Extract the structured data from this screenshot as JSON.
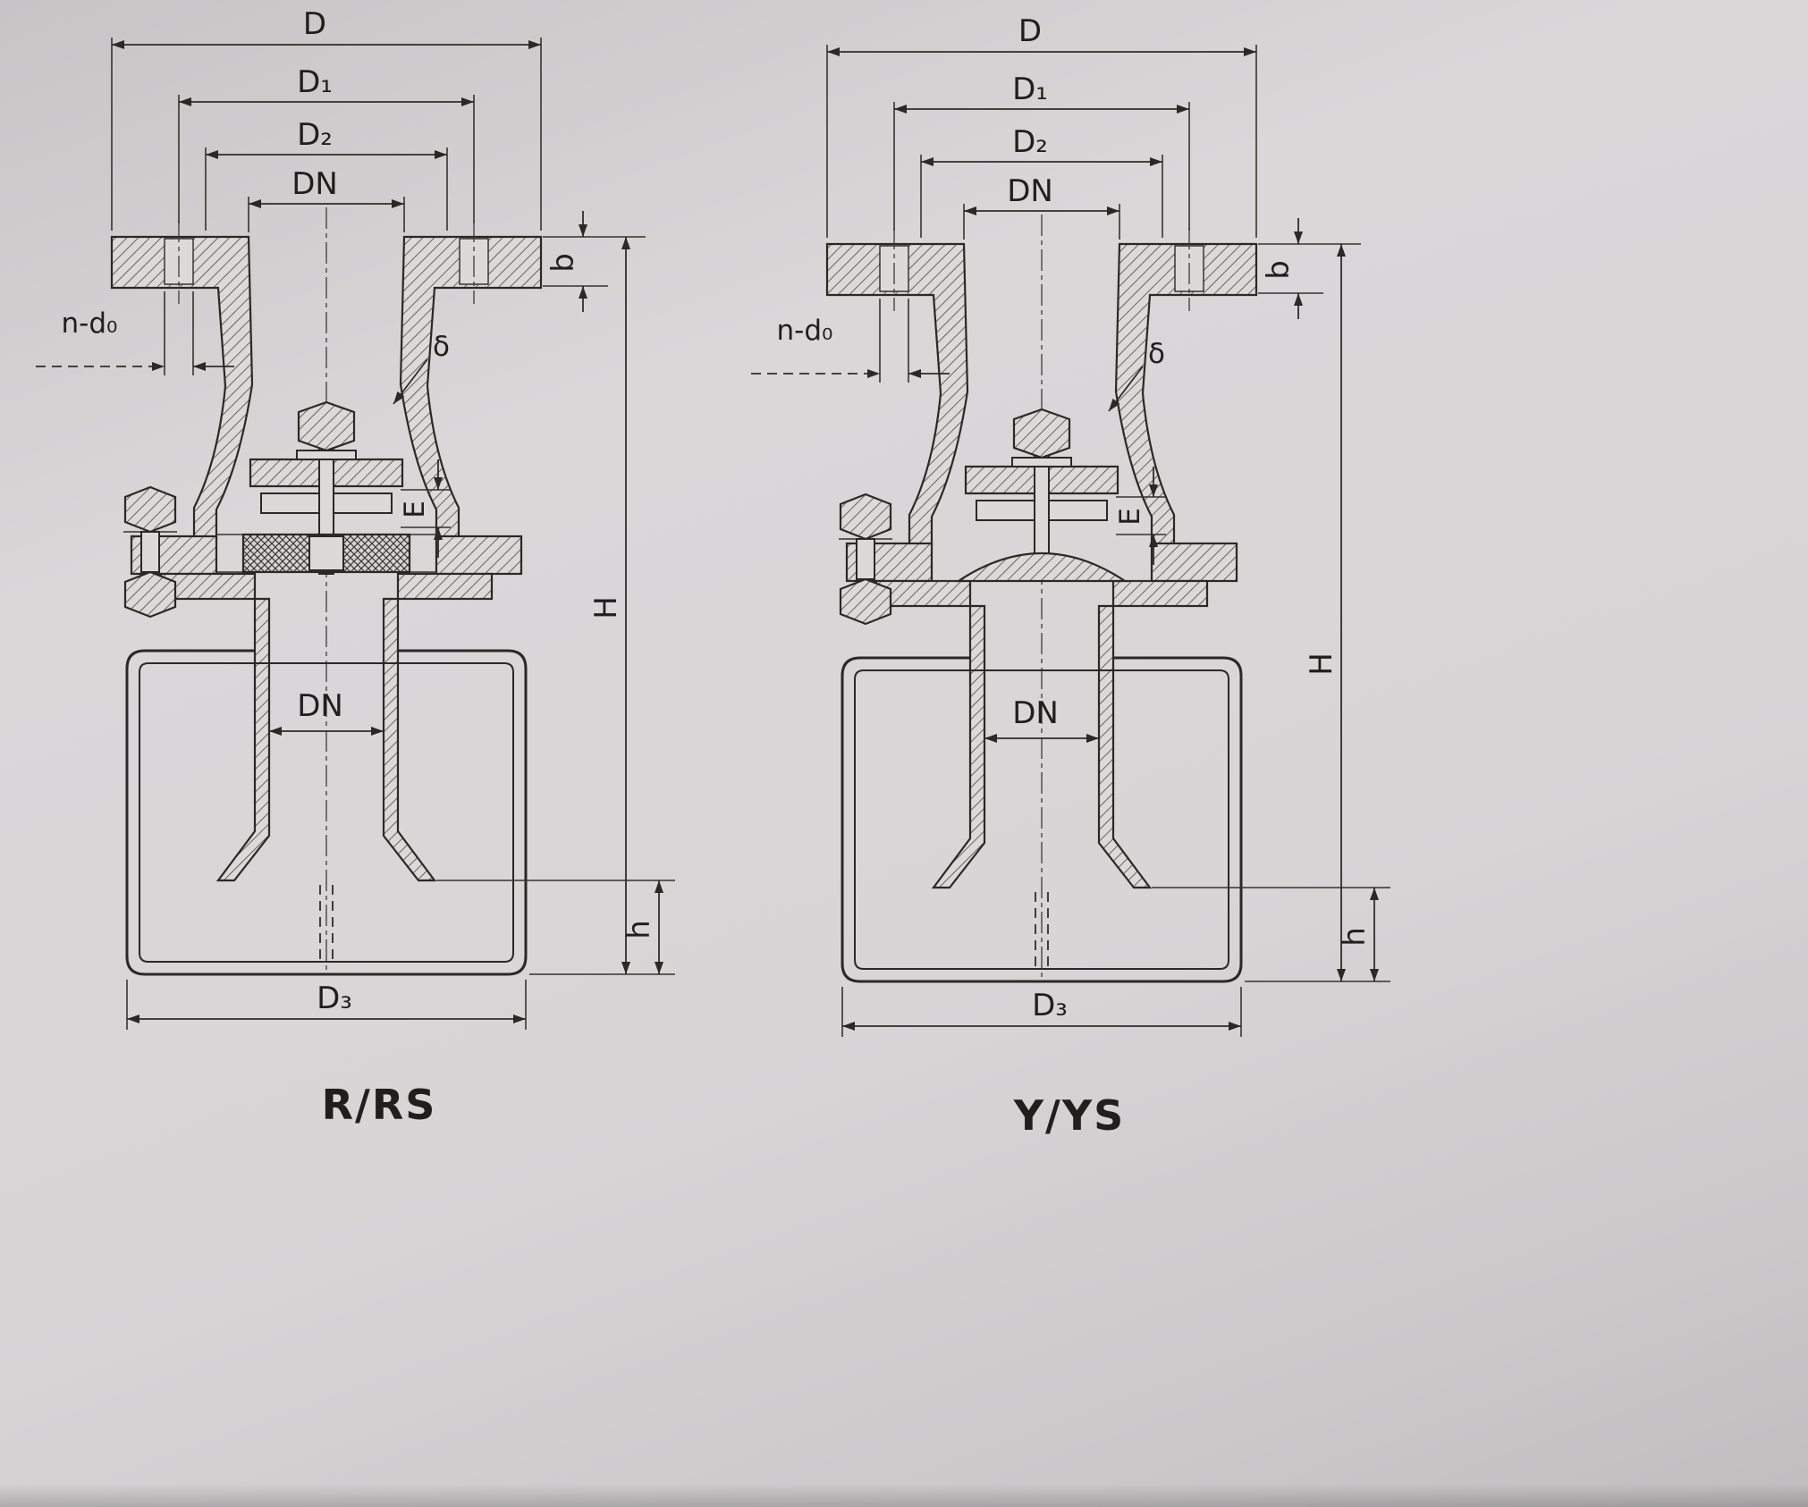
{
  "figure": {
    "kind": "valve cross-section technical drawing, two variants side by side"
  },
  "colors": {
    "paper": "#d5d3d4",
    "ink": "#2b2927"
  },
  "left": {
    "title": "R/RS",
    "dims": {
      "D": "D",
      "D1": "D₁",
      "D2": "D₂",
      "DN_top": "DN",
      "n_d0": "n-d₀",
      "b": "b",
      "delta": "δ",
      "E": "E",
      "H": "H",
      "h": "h",
      "DN_mid": "DN",
      "D3": "D₃"
    }
  },
  "right": {
    "title": "Y/YS",
    "dims": {
      "D": "D",
      "D1": "D₁",
      "D2": "D₂",
      "DN_top": "DN",
      "n_d0": "n-d₀",
      "b": "b",
      "delta": "δ",
      "E": "E",
      "H": "H",
      "h": "h",
      "DN_mid": "DN",
      "D3": "D₃"
    }
  }
}
